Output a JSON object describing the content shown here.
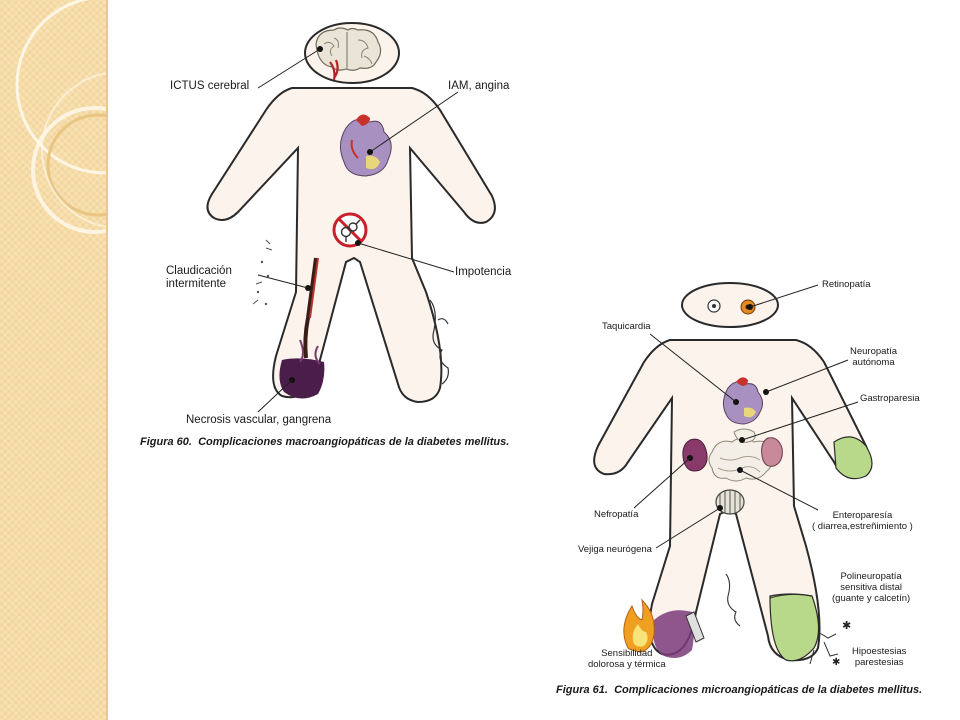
{
  "fig60": {
    "labels": {
      "ictus": "ICTUS cerebral",
      "iam": "IAM, angina",
      "claudicacion_1": "Claudicación",
      "claudicacion_2": "intermitente",
      "impotencia": "Impotencia",
      "necrosis": "Necrosis vascular, gangrena"
    },
    "caption": {
      "number": "Figura 60.",
      "text": "Complicaciones macroangiopáticas de la diabetes mellitus."
    }
  },
  "fig61": {
    "labels": {
      "retinopatia": "Retinopatía",
      "taquicardia": "Taquicardia",
      "neuropatia_1": "Neuropatía",
      "neuropatia_2": "autónoma",
      "gastroparesia": "Gastroparesia",
      "nefropatia": "Nefropatía",
      "enteroparesia_1": "Enteroparesía",
      "enteroparesia_2": "( diarrea,estreñimiento )",
      "vejiga": "Vejiga neurógena",
      "polineuropatia_1": "Polineuropatía",
      "polineuropatia_2": "sensitiva distal",
      "polineuropatia_3": "(guante y calcetín)",
      "sensibilidad_1": "Sensibilidad",
      "sensibilidad_2": "dolorosa y térmica",
      "hipoestesias_1": "Hipoestesias",
      "hipoestesias_2": "parestesias"
    },
    "caption": {
      "number": "Figura 61.",
      "text": "Complicaciones microangiopáticas de la diabetes mellitus."
    }
  },
  "colors": {
    "body_fill": "#fbf3ec",
    "body_stroke": "#2a2a2a",
    "band": "#f6dca6",
    "gangrene": "#4a1d4a",
    "green_limb": "#b9d98a",
    "no_sign": "#c8202a"
  }
}
